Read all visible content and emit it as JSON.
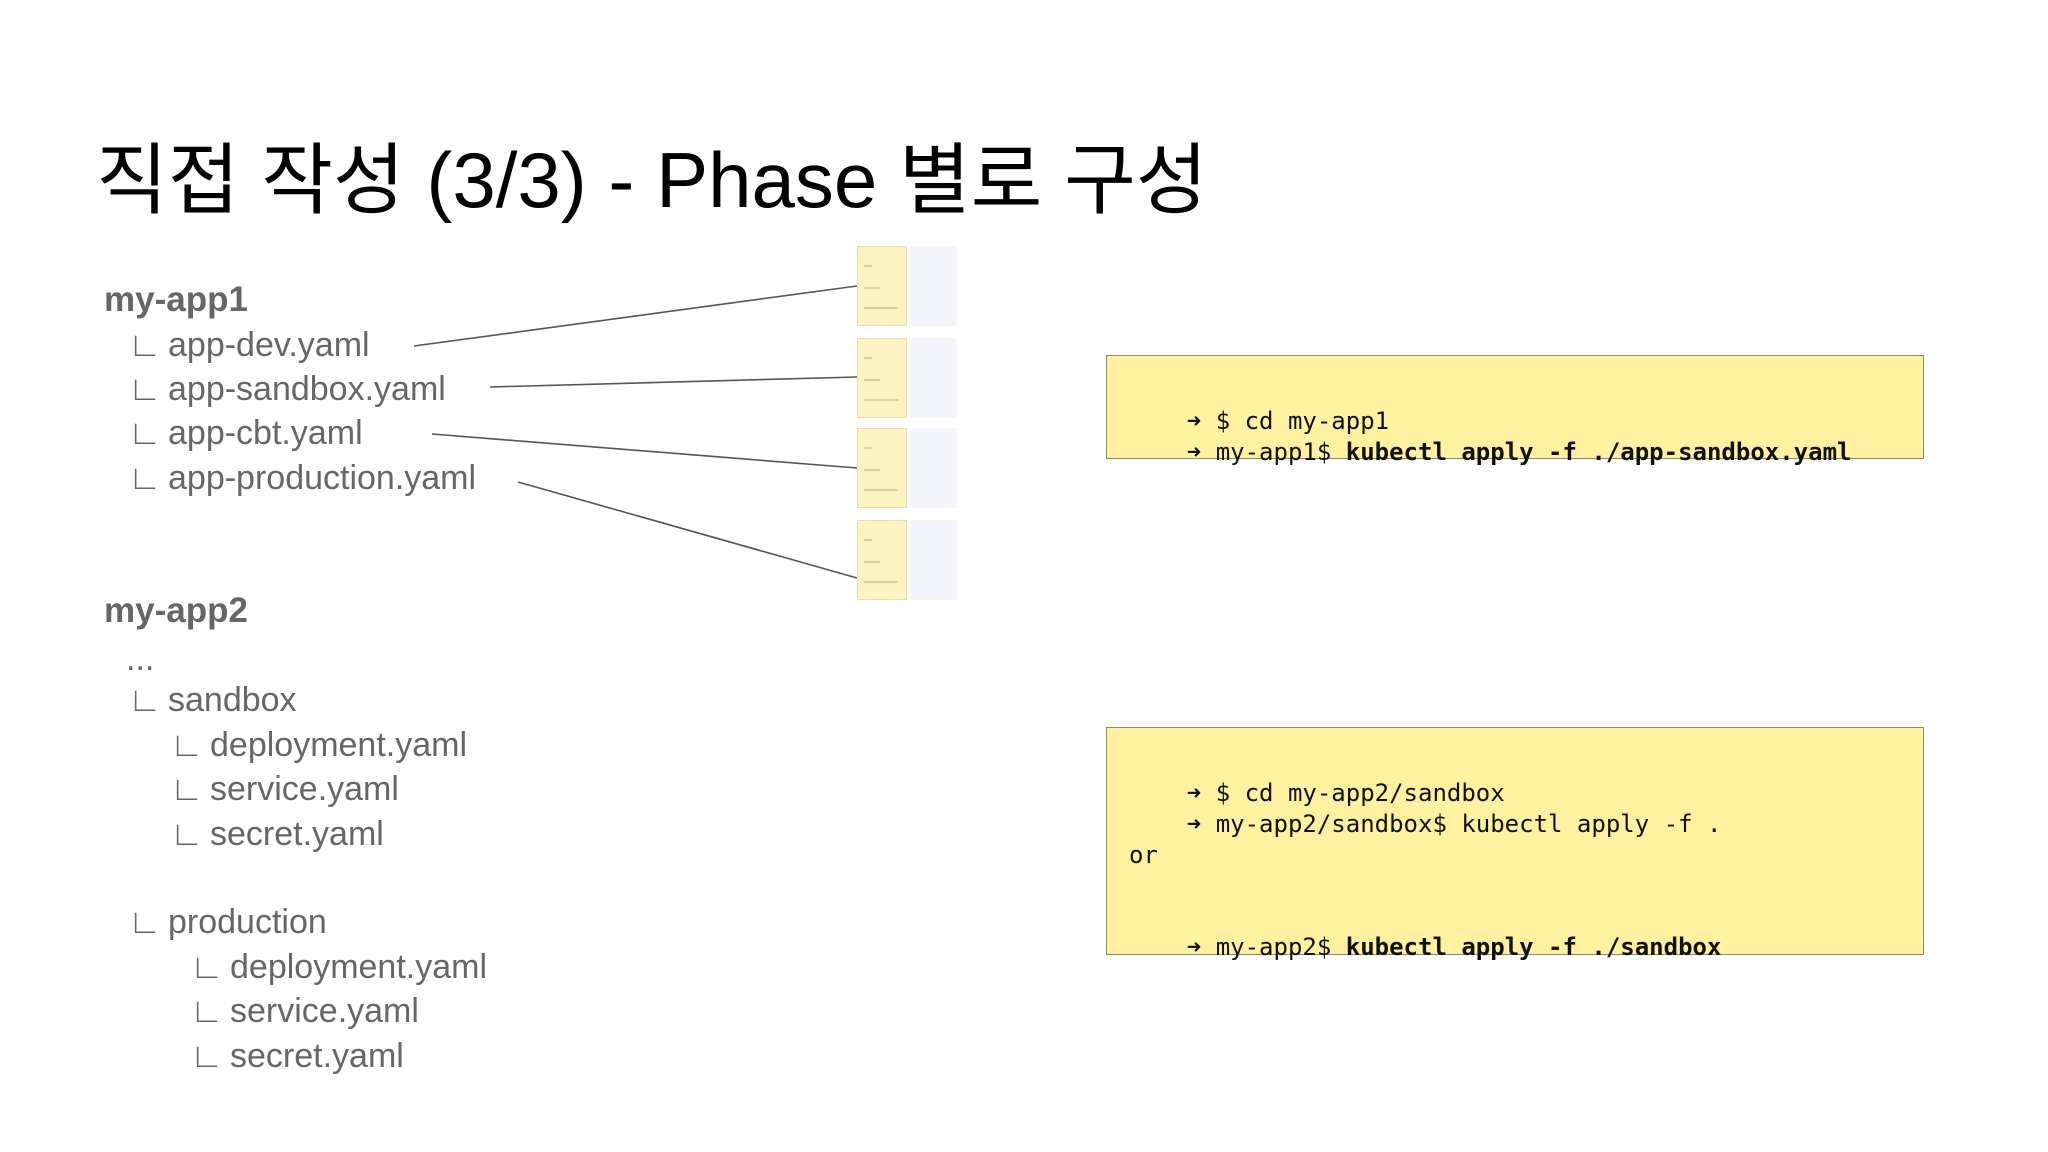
{
  "slide": {
    "title": "직접 작성 (3/3) - Phase 별로 구성"
  },
  "tree": {
    "app1": {
      "folder": "my-app1",
      "files": [
        "app-dev.yaml",
        "app-sandbox.yaml",
        "app-cbt.yaml",
        "app-production.yaml"
      ]
    },
    "app2": {
      "folder": "my-app2",
      "ellipsis": "...",
      "sandbox": {
        "folder": "sandbox",
        "files": [
          "deployment.yaml",
          "service.yaml",
          "secret.yaml"
        ]
      },
      "production": {
        "folder": "production",
        "files": [
          "deployment.yaml",
          "service.yaml",
          "secret.yaml"
        ]
      }
    },
    "corner_glyph": "∟"
  },
  "terminal1": {
    "line1": {
      "arrow": "➜",
      "plain": " $ cd my-app1"
    },
    "line2": {
      "arrow": "➜",
      "prompt": " my-app1$ ",
      "command": "kubectl apply -f ./app-sandbox.yaml"
    }
  },
  "terminal2": {
    "line1": {
      "arrow": "➜",
      "plain": " $ cd my-app2/sandbox"
    },
    "line2": {
      "arrow": "➜",
      "plain": " my-app2/sandbox$ kubectl apply -f ."
    },
    "or_text": "or",
    "line3": {
      "arrow": "➜",
      "prompt": " my-app2$ ",
      "command": "kubectl apply -f ./sandbox"
    }
  },
  "colors": {
    "terminal_bg": "#fff19f",
    "tree_text": "#666666",
    "thumbnail_page": "#fbf4c2"
  },
  "icons": {
    "file_thumbnail": "yaml-file-thumbnail-icon",
    "prompt_arrow": "right-arrow-icon"
  }
}
